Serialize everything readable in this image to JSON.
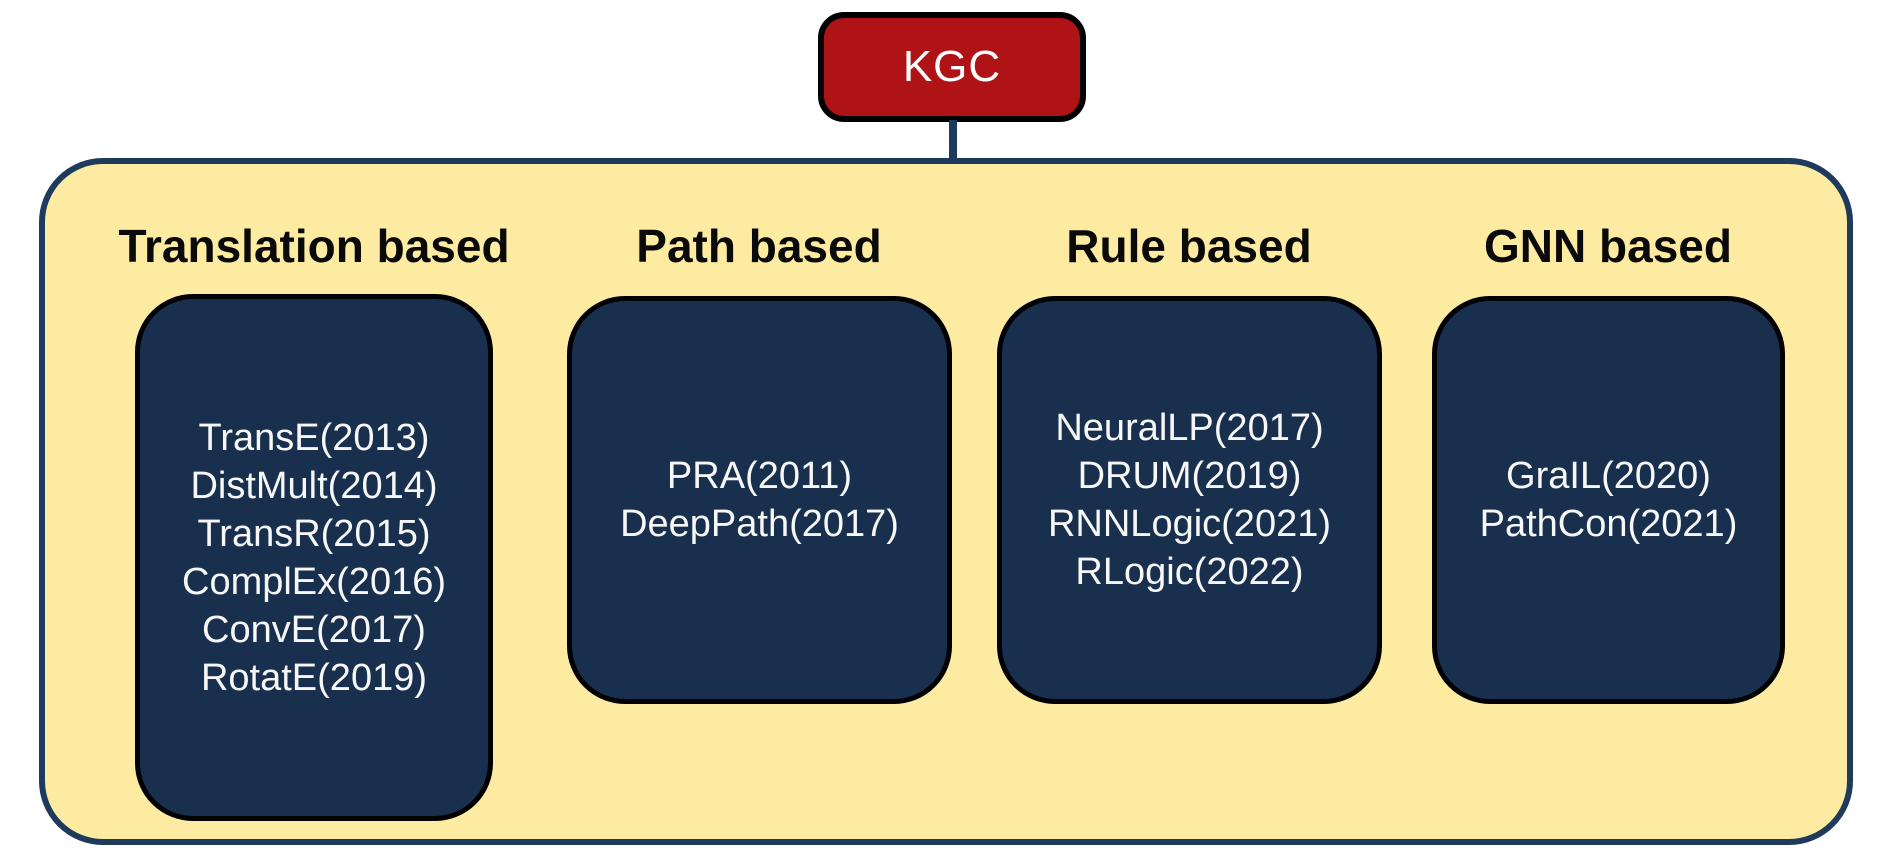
{
  "diagram": {
    "root": {
      "label": "KGC"
    },
    "columns": [
      {
        "heading": "Translation based",
        "items": [
          "TransE(2013)",
          "DistMult(2014)",
          "TransR(2015)",
          "ComplEx(2016)",
          "ConvE(2017)",
          "RotatE(2019)"
        ]
      },
      {
        "heading": "Path based",
        "items": [
          "PRA(2011)",
          "DeepPath(2017)"
        ]
      },
      {
        "heading": "Rule based",
        "items": [
          "NeuralLP(2017)",
          "DRUM(2019)",
          "RNNLogic(2021)",
          "RLogic(2022)"
        ]
      },
      {
        "heading": "GNN based",
        "items": [
          "GraIL(2020)",
          "PathCon(2021)"
        ]
      }
    ],
    "colors": {
      "page_bg": "#FFFFFF",
      "root_bg": "#B01315",
      "root_text": "#FFFFFF",
      "container_bg": "#FCEBA1",
      "container_border": "#1E3A5C",
      "connector": "#1E3A5C",
      "node_bg": "#182F4E",
      "node_border": "#000000",
      "node_text": "#F7F7F7",
      "heading_text": "#0A0A0A"
    }
  }
}
